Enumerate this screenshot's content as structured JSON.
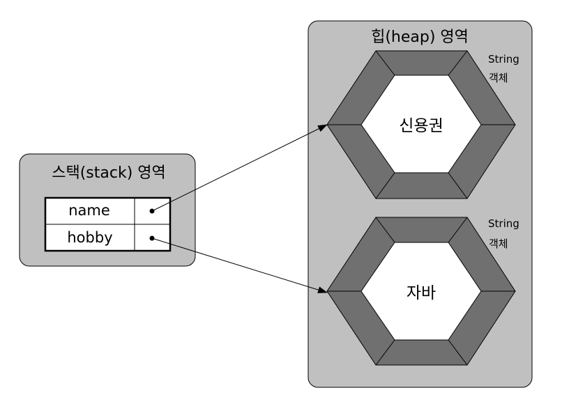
{
  "stack": {
    "title": "스택(stack) 영역",
    "variables": [
      {
        "name": "name"
      },
      {
        "name": "hobby"
      }
    ]
  },
  "heap": {
    "title": "힙(heap) 영역",
    "objects": [
      {
        "type_line1": "String",
        "type_line2": "객체",
        "value": "신용권"
      },
      {
        "type_line1": "String",
        "type_line2": "객체",
        "value": "자바"
      }
    ]
  },
  "colors": {
    "region_fill": "#c0c0c0",
    "hexagon_dark": "#707070",
    "hexagon_inner": "#ffffff"
  }
}
